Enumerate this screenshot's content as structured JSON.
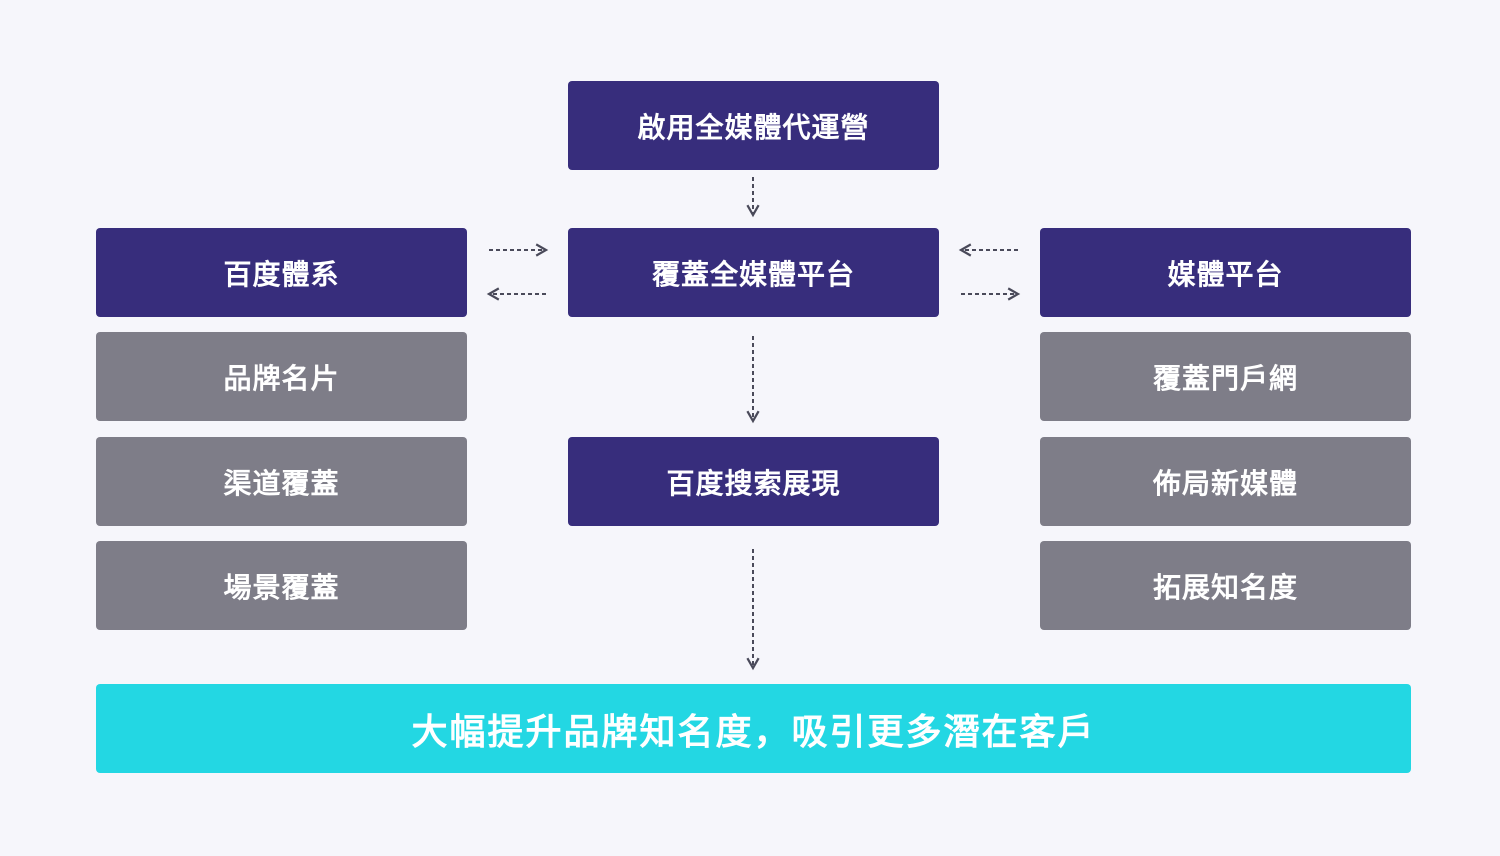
{
  "top": {
    "label": "啟用全媒體代運營"
  },
  "center": {
    "hub_label": "覆蓋全媒體平台",
    "search_label": "百度搜索展現"
  },
  "left": {
    "header": "百度體系",
    "items": [
      "品牌名片",
      "渠道覆蓋",
      "場景覆蓋"
    ]
  },
  "right": {
    "header": "媒體平台",
    "items": [
      "覆蓋門戶網",
      "佈局新媒體",
      "拓展知名度"
    ]
  },
  "result": {
    "label": "大幅提升品牌知名度，吸引更多潛在客戶"
  },
  "colors": {
    "primary": "#372d7c",
    "secondary": "#7e7d88",
    "result": "#23d7e3",
    "background": "#f6f6fb",
    "arrow": "#4a4a5a"
  }
}
